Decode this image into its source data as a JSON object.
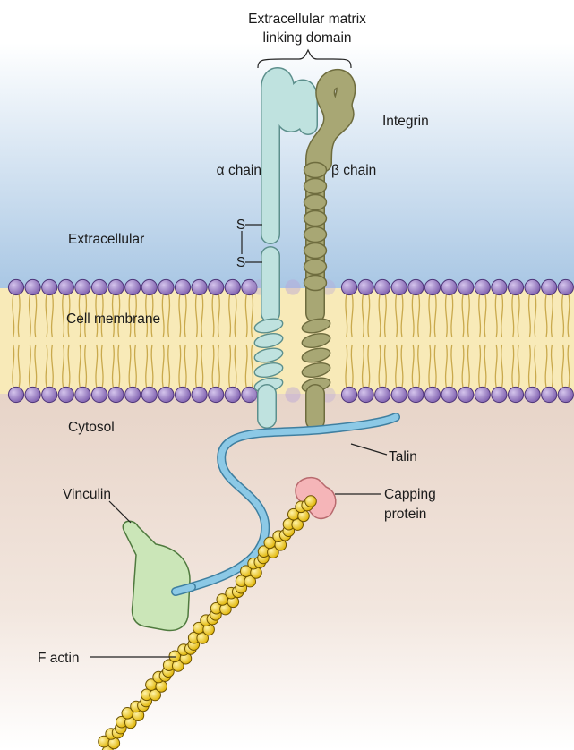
{
  "labels": {
    "ecm_domain_line1": "Extracellular matrix",
    "ecm_domain_line2": "linking domain",
    "integrin": "Integrin",
    "alpha_chain": "α chain",
    "beta_chain": "β chain",
    "disulfide_s1": "S",
    "disulfide_s2": "S",
    "extracellular": "Extracellular",
    "cell_membrane": "Cell membrane",
    "cytosol": "Cytosol",
    "talin": "Talin",
    "vinculin": "Vinculin",
    "capping_line1": "Capping",
    "capping_line2": "protein",
    "f_actin": "F actin"
  },
  "colors": {
    "extracellular_top": "#ffffff",
    "extracellular_bottom": "#a9c7e4",
    "cytosol_top": "#e7d4c8",
    "cytosol_bottom": "#ffffff",
    "lipid_head": "#9a7fc0",
    "lipid_tail": "#f3dc84",
    "alpha_chain": "#bfe2df",
    "beta_chain": "#a8a774",
    "talin": "#8cc9e6",
    "vinculin": "#cbe6b8",
    "capping_protein": "#f5b5b8",
    "actin": "#f2cd1f"
  }
}
